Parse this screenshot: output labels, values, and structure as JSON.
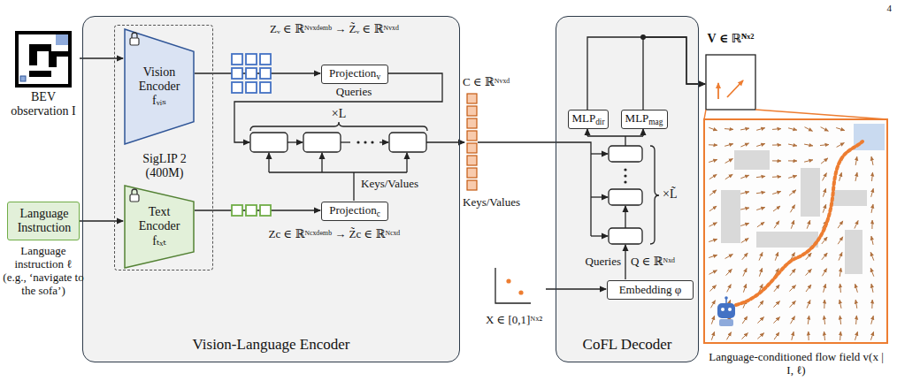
{
  "diagram": {
    "nodes": [
      {
        "text": [
          "BEV observation I"
        ]
      },
      {
        "text": [
          "Language Instruction"
        ]
      },
      {
        "text": [
          "Vision-Language Encoder"
        ]
      },
      {
        "text": [
          "SigLIP 2 (400M)"
        ],
        "in": 2
      },
      {
        "text": [
          "Vision Encoder fᵥᵢₛ"
        ],
        "in": 3
      },
      {
        "text": [
          "Text Encoder fₜₓₜ"
        ],
        "in": 3
      },
      {
        "text": [
          "Projection",
          "v"
        ],
        "in": 2
      },
      {
        "text": [
          "Projection",
          "c"
        ],
        "in": 2
      },
      {
        "text": [
          "CoFL Decoder"
        ]
      },
      {
        "text": [
          "MLP",
          "dir"
        ],
        "in": 8
      },
      {
        "text": [
          "MLP",
          "mag"
        ],
        "in": 8
      },
      {
        "text": [
          "Embedding φ"
        ],
        "in": 8
      },
      {
        "text": [
          "V ∈ ℝᴺˣ²"
        ]
      },
      {
        "text": [
          "X ∈ [0,1]ᴺˣ²"
        ]
      },
      {
        "text": [
          "Language-conditioned flow field v(x | I, ℓ)"
        ]
      }
    ],
    "edges": [
      {
        "from": 0,
        "to": 4,
        "arrow": "to"
      },
      {
        "from": 1,
        "to": 5,
        "arrow": "to"
      },
      {
        "from": 4,
        "to": 6,
        "arrow": "to"
      },
      {
        "from": 5,
        "to": 7,
        "arrow": "to"
      },
      {
        "from": 9,
        "to": 12,
        "arrow": "to"
      },
      {
        "from": 10,
        "to": 12,
        "arrow": "to"
      },
      {
        "from": 13,
        "to": 11,
        "arrow": "to"
      }
    ],
    "labels": [
      "4",
      "Language instruction ℓ (e.g., ‘navigate to the sofa’)",
      "Zᵥ ∈ ℝᴺᵛˣᵈᵉᵐᵇ → Z̃ᵥ ∈ ℝᴺᵛˣᵈ",
      "Queries",
      "×L",
      "Keys/Values",
      "Zc ∈ ℝᴺᶜˣᵈᵉᵐᵇ → Z̃c ∈ ℝᴺᶜˣᵈ",
      "C ∈ ℝᴺᵛˣᵈ",
      "Keys/Values",
      "×L̃",
      "Queries",
      "Q ∈ ℝᴺˣᵈ"
    ]
  }
}
